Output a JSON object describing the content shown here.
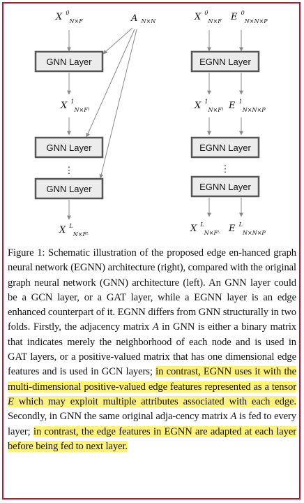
{
  "diagram": {
    "left": {
      "input_x": {
        "main": "X",
        "sup": "0",
        "sub": "N×F"
      },
      "adjacency": {
        "main": "A",
        "sub": "N×N"
      },
      "layer_label": "GNN Layer",
      "mid_x": {
        "main": "X",
        "sup": "1",
        "sub": "N×F¹"
      },
      "dots": "⋮",
      "out_x": {
        "main": "X",
        "sup": "L",
        "sub": "N×Fᴸ"
      }
    },
    "right": {
      "input_x": {
        "main": "X",
        "sup": "0",
        "sub": "N×F"
      },
      "input_e": {
        "main": "E",
        "sup": "0",
        "sub": "N×N×P"
      },
      "layer_label": "EGNN Layer",
      "mid_x": {
        "main": "X",
        "sup": "1",
        "sub": "N×F¹"
      },
      "mid_e": {
        "main": "E",
        "sup": "1",
        "sub": "N×N×P"
      },
      "dots": "⋮",
      "out_x": {
        "main": "X",
        "sup": "L",
        "sub": "N×Fᴸ"
      },
      "out_e": {
        "main": "E",
        "sup": "L",
        "sub": "N×N×P"
      }
    },
    "colors": {
      "box_fill": "#ececec",
      "box_border": "#555555",
      "arrow": "#888888",
      "highlight": "#fff27a",
      "frame": "#c8102e"
    }
  },
  "caption": {
    "p1": "Figure 1:  Schematic illustration of the proposed edge en-hanced graph neural network (EGNN) architecture (right), compared with the original graph neural network (GNN) architecture (left).  An GNN layer could be a GCN layer, or a GAT layer, while a EGNN layer is an edge enhanced counterpart of it.  EGNN differs from GNN structurally in two folds. Firstly, the adjacency matrix ",
    "sym_A1": "A",
    "p2": " in GNN is either a binary matrix that indicates merely the neighborhood of each node and is used in GAT layers, or a positive-valued matrix that has one dimensional edge features and is used in GCN layers; ",
    "hl1a": "in contrast, EGNN uses it with the multi-dimensional positive-valued edge features represented as a tensor ",
    "sym_E": "E",
    "hl1b": " which may exploit multiple attributes associated with each edge.",
    "p3": " Secondly, in GNN the same original adja-cency matrix ",
    "sym_A2": "A",
    "p4": " is fed to every layer; ",
    "hl2": "in contrast, the edge features in EGNN are adapted at each layer before being fed to next layer."
  }
}
